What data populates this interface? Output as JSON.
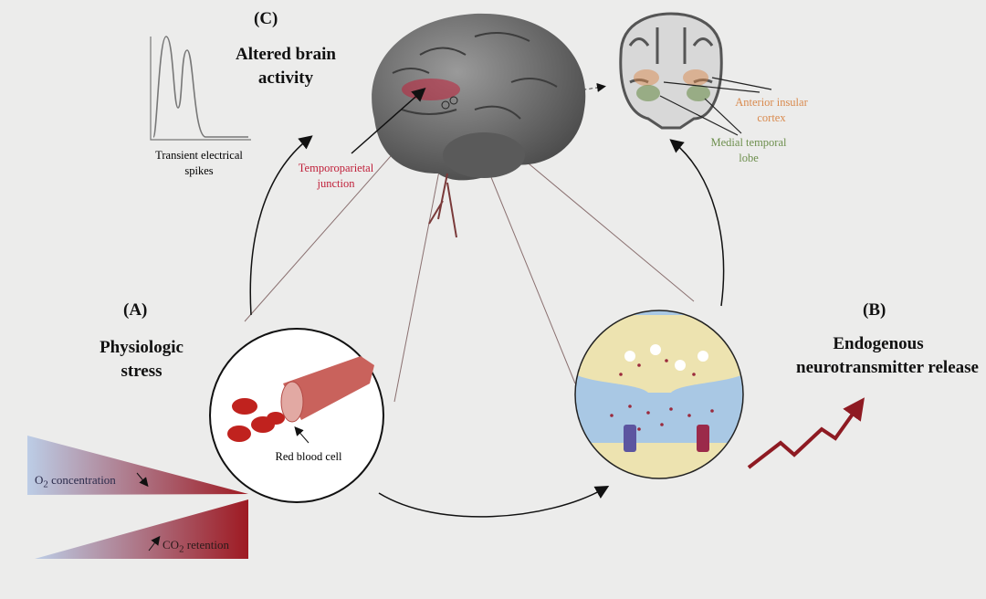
{
  "panel_c": {
    "letter": "(C)",
    "title_line1": "Altered brain",
    "title_line2": "activity",
    "spikes_line1": "Transient electrical",
    "spikes_line2": "spikes"
  },
  "panel_a": {
    "letter": "(A)",
    "title_line1": "Physiologic",
    "title_line2": "stress",
    "rbc_label": "Red blood cell"
  },
  "panel_b": {
    "letter": "(B)",
    "title_line1": "Endogenous",
    "title_line2": "neurotransmitter release"
  },
  "brain_labels": {
    "tpj_line1": "Temporoparietal",
    "tpj_line2": "junction",
    "aic_line1": "Anterior insular",
    "aic_line2": "cortex",
    "mtl_line1": "Medial temporal",
    "mtl_line2": "lobe"
  },
  "gradients": {
    "o2_prefix": "O",
    "o2_sub": "2",
    "o2_text": " concentration",
    "co2_prefix": "CO",
    "co2_sub": "2",
    "co2_text": " retention"
  },
  "colors": {
    "tpj": "#c0203a",
    "aic": "#d98a4e",
    "mtl": "#6e8f4e",
    "gradient_start": "#b9cbe6",
    "gradient_end": "#a3141c"
  }
}
